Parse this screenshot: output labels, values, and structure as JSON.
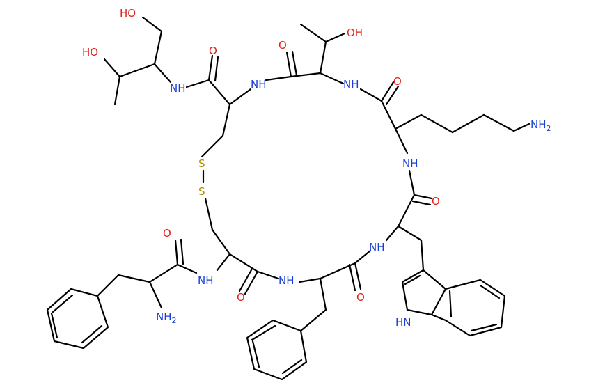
{
  "molecule": {
    "atoms": {
      "ho_top": "HO",
      "ho_left": "HO",
      "oh_thr": "OH",
      "o1": "O",
      "o2": "O",
      "o3": "O",
      "o4": "O",
      "o5": "O",
      "o6": "O",
      "o7": "O",
      "nh_amide_left": "NH",
      "nh_ring1": "NH",
      "nh_ring2": "NH",
      "nh_lys": "NH",
      "nh_trp": "NH",
      "nh_phe": "NH",
      "nh_cys2": "NH",
      "hn_indole": "HN",
      "s1": "S",
      "s2": "S",
      "nh2_lys": "NH",
      "nh2_lys_sub": "2",
      "nh2_phe": "NH",
      "nh2_phe_sub": "2"
    },
    "colors": {
      "bond": "#000000",
      "nitrogen": "#1a3fd6",
      "oxygen": "#e0201b",
      "sulfur": "#b08a00"
    }
  }
}
